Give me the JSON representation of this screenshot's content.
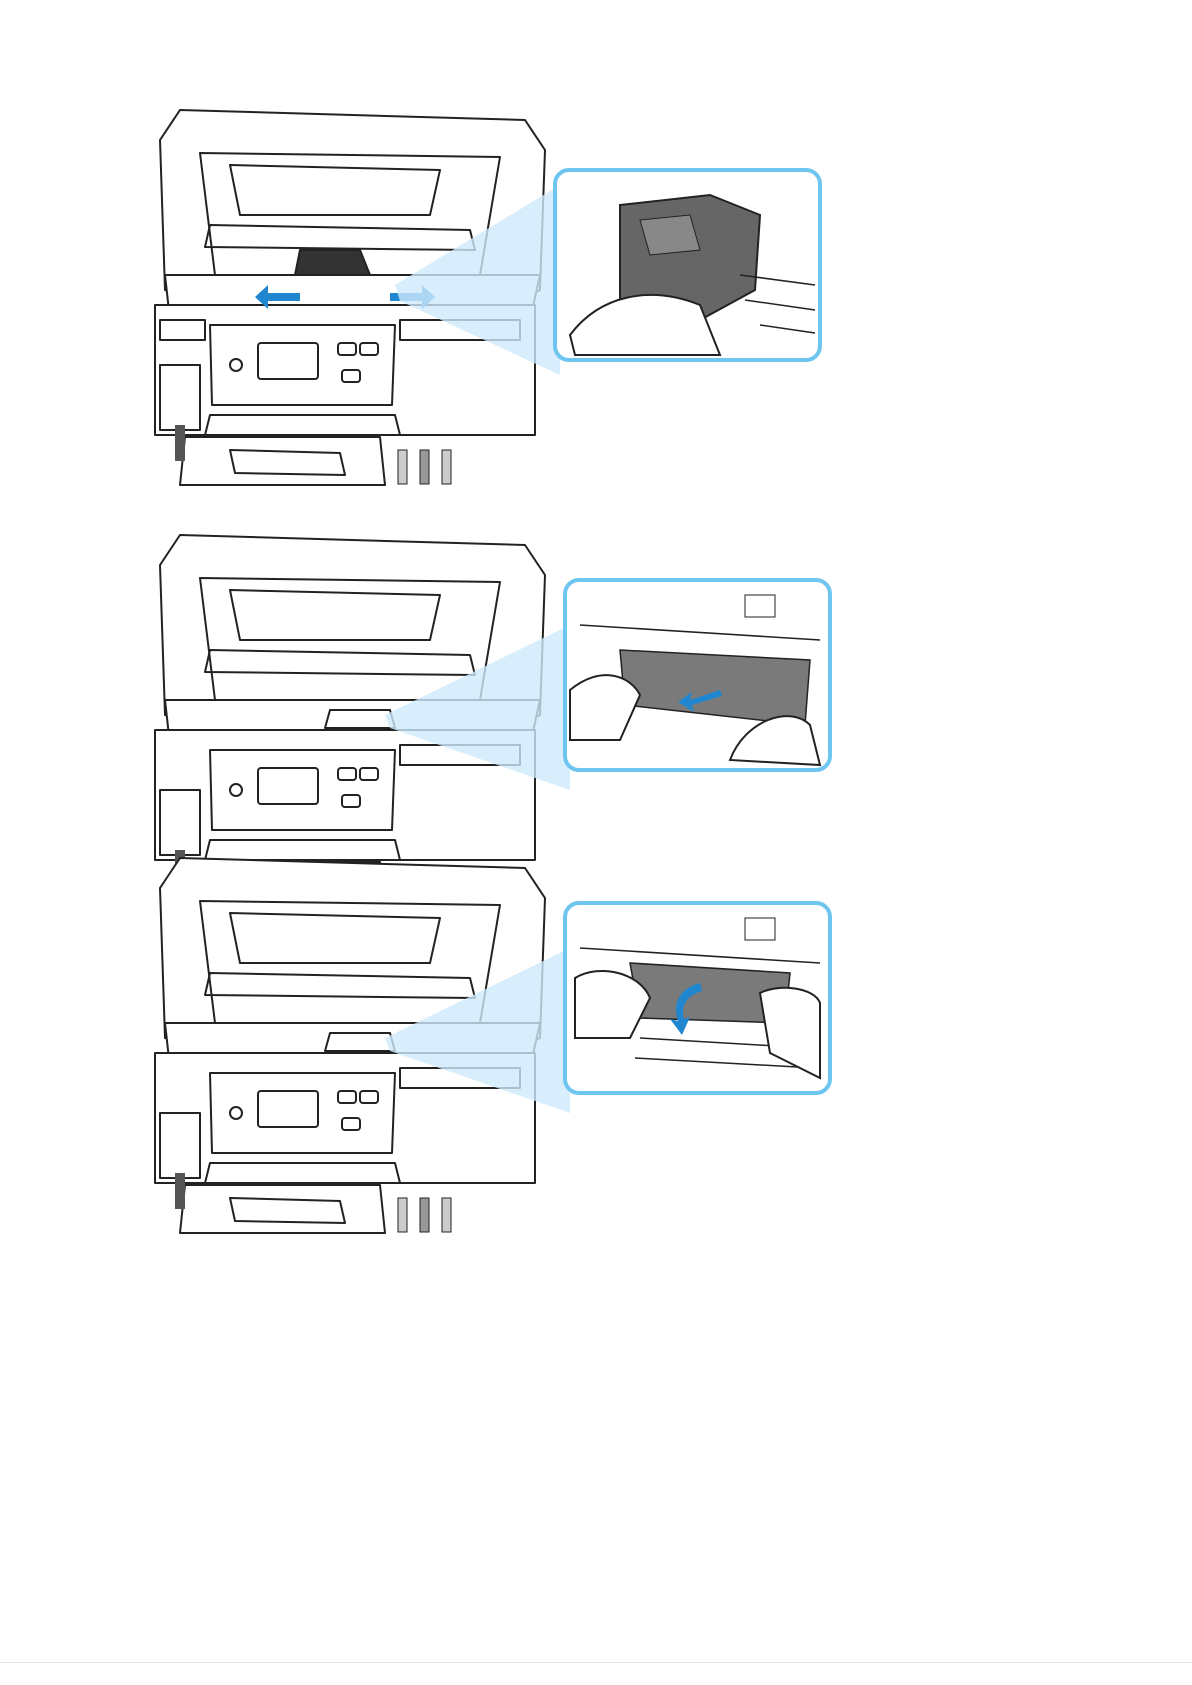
{
  "document": {
    "steps": [
      {
        "illustration": "printer-open-print-head-holder-slide-icon",
        "callout": "hand-slides-print-head-holder"
      },
      {
        "illustration": "printer-open-pull-jammed-paper-icon",
        "callout": "hands-pull-paper-toward-front"
      },
      {
        "illustration": "printer-open-paper-under-holder-roll-icon",
        "callout": "hands-pull-paper-down"
      }
    ]
  },
  "colors": {
    "callout_border": "#6ec6f0",
    "callout_beam": "#cfeafb",
    "arrow": "#1f86cf",
    "line": "#222222",
    "ink_dark": "#555555",
    "ink_grey": "#999999",
    "ink_light": "#cccccc",
    "paper": "#7a7a7a"
  }
}
